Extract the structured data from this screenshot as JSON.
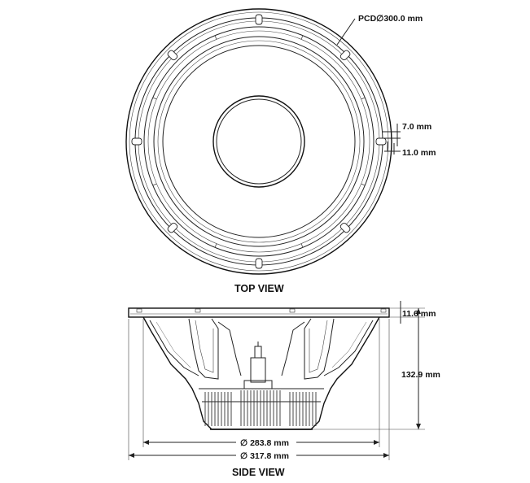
{
  "top_view": {
    "title": "TOP VIEW",
    "pcd_label": "PCD∅300.0 mm",
    "slot_width_label": "7.0 mm",
    "slot_length_label": "11.0 mm"
  },
  "side_view": {
    "title": "SIDE VIEW",
    "flange_thickness_label": "11.6 mm",
    "depth_label": "132.9 mm",
    "baffle_cutout_label": "∅ 283.8 mm",
    "outer_diameter_label": "∅ 317.8 mm"
  }
}
